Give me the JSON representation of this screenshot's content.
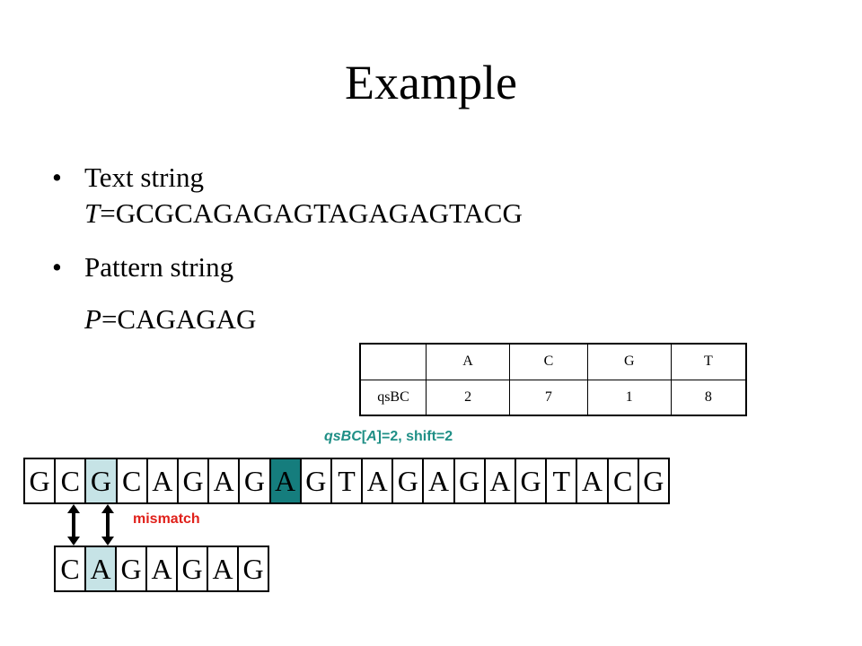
{
  "slide": {
    "title": "Example",
    "bullets": [
      {
        "label": "Text string",
        "var": "T",
        "value": "=GCGCAGAGAGTAGAGAGTACG"
      },
      {
        "label": "Pattern string",
        "var": "P",
        "value": "=CAGAGAG"
      }
    ],
    "bullet_symbol": "•"
  },
  "qs_table": {
    "headers": [
      "",
      "A",
      "C",
      "G",
      "T"
    ],
    "row_label": "qsBC",
    "values": [
      "2",
      "7",
      "1",
      "8"
    ]
  },
  "annotation": {
    "prefix": "qsBC",
    "bracket_open": "[",
    "char": "A",
    "bracket_close": "]=2, shift=2",
    "color": "#1f8f86"
  },
  "text_chars": [
    "G",
    "C",
    "G",
    "C",
    "A",
    "G",
    "A",
    "G",
    "A",
    "G",
    "T",
    "A",
    "G",
    "A",
    "G",
    "A",
    "G",
    "T",
    "A",
    "C",
    "G"
  ],
  "text_highlight": {
    "light_index": 2,
    "dark_index": 8,
    "light_color": "#c6e3e6",
    "dark_color": "#157d7d"
  },
  "pattern_chars": [
    "C",
    "A",
    "G",
    "A",
    "G",
    "A",
    "G"
  ],
  "pattern_highlight": {
    "light_index": 1
  },
  "mismatch_label": "mismatch",
  "mismatch_color": "#e0201a"
}
